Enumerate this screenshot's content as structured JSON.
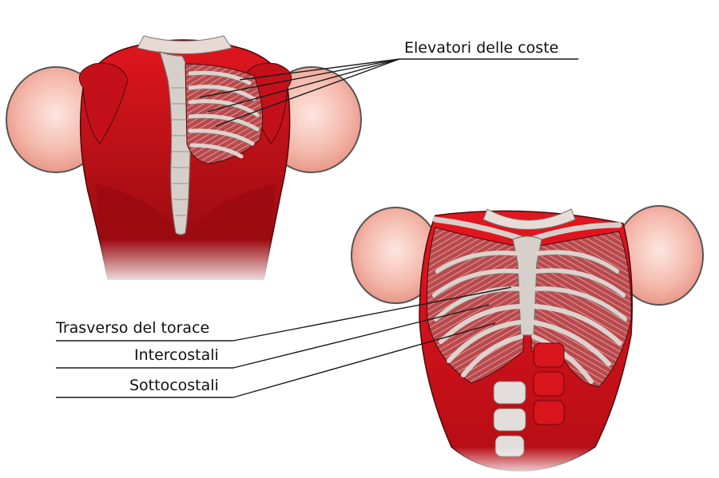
{
  "labels": {
    "elevatori": "Elevatori delle coste",
    "trasverso": "Trasverso del torace",
    "intercostali": "Intercostali",
    "sottocostali": "Sottocostali"
  },
  "colors": {
    "muscle": "#d9121b",
    "muscle_dark": "#9c0a10",
    "muscle_deep": "#7a0508",
    "skin": "#f2b8ac",
    "skin_light": "#fadcd5",
    "bone": "#d7cfc9",
    "bone_shadow": "#a89c96",
    "rib_muscle": "#c9686a",
    "leader": "#1a1a1a"
  }
}
